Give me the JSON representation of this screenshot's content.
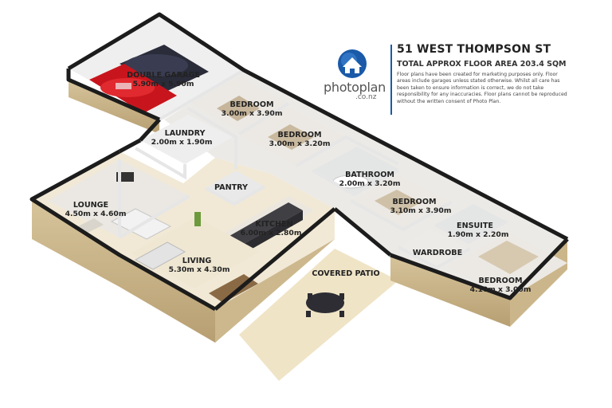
{
  "header": {
    "address": "51 WEST THOMPSON ST",
    "floor_area": "TOTAL APPROX FLOOR AREA 203.4 SQM",
    "disclaimer": "Floor plans have been created for marketing purposes only. Floor areas include garages unless stated otherwise. Whilst all care has been taken to ensure information is correct, we do not take responsibility for any inaccuracies. Floor plans cannot be reproduced without the written consent of Photo Plan."
  },
  "logo": {
    "name": "photoplan",
    "domain": ".co.nz",
    "icon": "house-icon"
  },
  "rooms": {
    "garage": {
      "name": "DOUBLE GARAGE",
      "dims": "5.90m x 5.90m"
    },
    "bedroom1": {
      "name": "BEDROOM",
      "dims": "3.00m x 3.90m"
    },
    "bedroom2": {
      "name": "BEDROOM",
      "dims": "3.00m x 3.20m"
    },
    "laundry": {
      "name": "LAUNDRY",
      "dims": "2.00m x 1.90m"
    },
    "bathroom": {
      "name": "BATHROOM",
      "dims": "2.00m x 3.20m"
    },
    "pantry": {
      "name": "PANTRY"
    },
    "lounge": {
      "name": "LOUNGE",
      "dims": "4.50m x 4.60m"
    },
    "kitchen": {
      "name": "KITCHEN",
      "dims": "6.00m x 2.80m"
    },
    "bedroom3": {
      "name": "BEDROOM",
      "dims": "3.10m x 3.90m"
    },
    "ensuite": {
      "name": "ENSUITE",
      "dims": "1.90m x 2.20m"
    },
    "wardrobe": {
      "name": "WARDROBE"
    },
    "living": {
      "name": "LIVING",
      "dims": "5.30m x 4.30m"
    },
    "patio": {
      "name": "COVERED PATIO"
    },
    "bedroom4": {
      "name": "BEDROOM",
      "dims": "4.10m x 3.00m"
    }
  },
  "colors": {
    "wall_top": "#1c1c1c",
    "wall_inner": "#e9e9e9",
    "brick": "#c9b58c",
    "floor": "#f1e9d6",
    "carpet": "#ece9e4",
    "tile": "#e4e6e6",
    "patio": "#efe3c4",
    "brand": "#1a5aa8"
  }
}
